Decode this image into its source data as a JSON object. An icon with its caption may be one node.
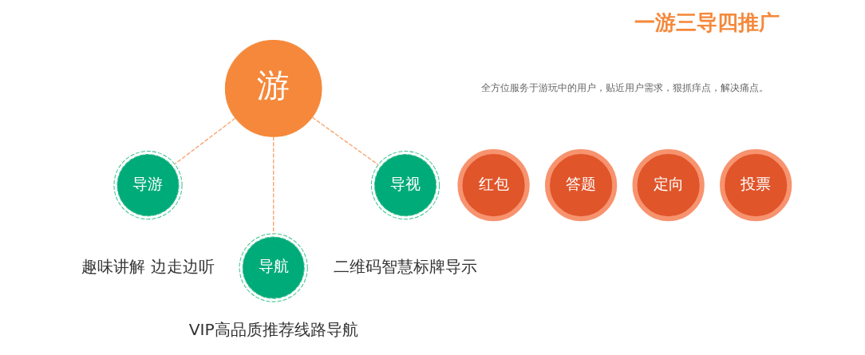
{
  "diagram": {
    "title": "一游三导四推广",
    "nodes": [
      {
        "text": [
          "游"
        ]
      },
      {
        "text": [
          "导游"
        ],
        "beside": [
          "趣味讲解 边走边听"
        ]
      },
      {
        "text": [
          "导航"
        ],
        "beside": [
          "VIP高品质推荐线路导航"
        ]
      },
      {
        "text": [
          "导视"
        ],
        "beside": [
          "二维码智慧标牌导示"
        ]
      },
      {
        "text": [
          "红包"
        ]
      },
      {
        "text": [
          "答题"
        ]
      },
      {
        "text": [
          "定向"
        ]
      },
      {
        "text": [
          "投票"
        ]
      }
    ],
    "edges": [
      {
        "from": 0,
        "to": 1,
        "arrow": "none",
        "style": "dashed"
      },
      {
        "from": 0,
        "to": 2,
        "arrow": "none",
        "style": "dashed"
      },
      {
        "from": 0,
        "to": 3,
        "arrow": "none",
        "style": "dashed"
      }
    ],
    "labels": [
      "全方位服务于游玩中的用户，贴近用户需求，狠抓痒点，解决痛点。"
    ]
  }
}
